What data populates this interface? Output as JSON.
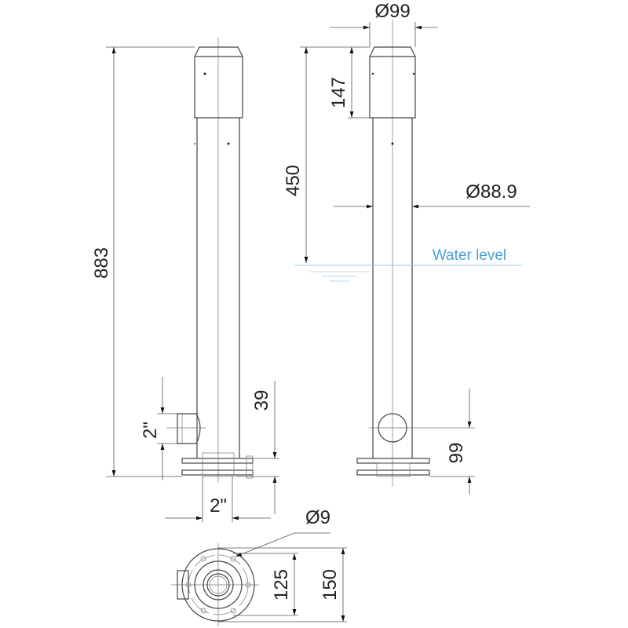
{
  "dimensions": {
    "overall_height": "883",
    "side_inlet_left": "2\"",
    "inlet_offset": "39",
    "bottom_outlet": "2\"",
    "cap_diameter": "Ø99",
    "cap_height": "147",
    "water_depth": "450",
    "pipe_diameter": "Ø88.9",
    "inlet_height": "99",
    "bolt_hole": "Ø9",
    "bolt_circle": "125",
    "flange_diameter": "150"
  },
  "water_level_label": "Water level",
  "colors": {
    "water_level": "#4a9fd8",
    "line": "#444444"
  }
}
